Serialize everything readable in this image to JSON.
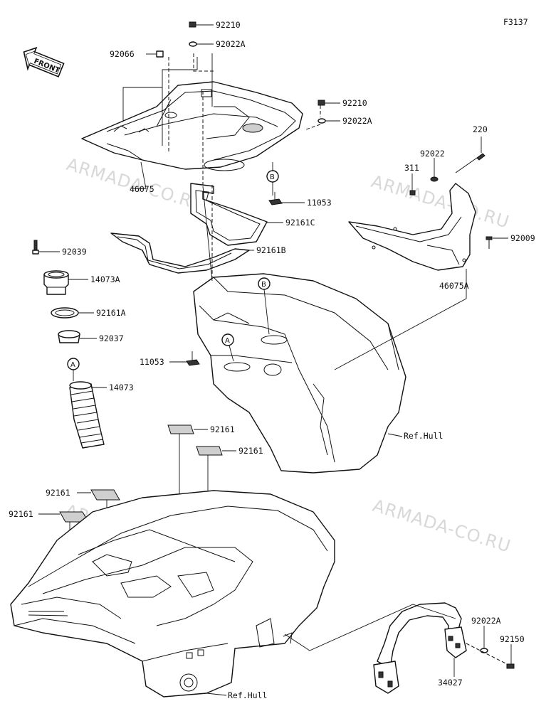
{
  "figure_code": "F3137",
  "front_badge": "FRONT",
  "watermark": "ARMADA-CO.RU",
  "callout_a": "A",
  "callout_b": "B",
  "parts": {
    "p92210_top": "92210",
    "p92022A_top": "92022A",
    "p92066": "92066",
    "p92210_right": "92210",
    "p92022A_right": "92022A",
    "p46075": "46075",
    "p11053_top": "11053",
    "p92161C": "92161C",
    "p92161B": "92161B",
    "p220": "220",
    "p92022": "92022",
    "p311": "311",
    "p92009": "92009",
    "p46075A": "46075A",
    "p92039": "92039",
    "p14073A": "14073A",
    "p92161A": "92161A",
    "p92037": "92037",
    "p11053_left": "11053",
    "p14073": "14073",
    "ref_hull_mid": "Ref.Hull",
    "p92161_a": "92161",
    "p92161_b": "92161",
    "p92161_c": "92161",
    "p92161_d": "92161",
    "p92022A_bottom": "92022A",
    "p92150": "92150",
    "p34027": "34027",
    "ref_hull_bottom": "Ref.Hull"
  }
}
